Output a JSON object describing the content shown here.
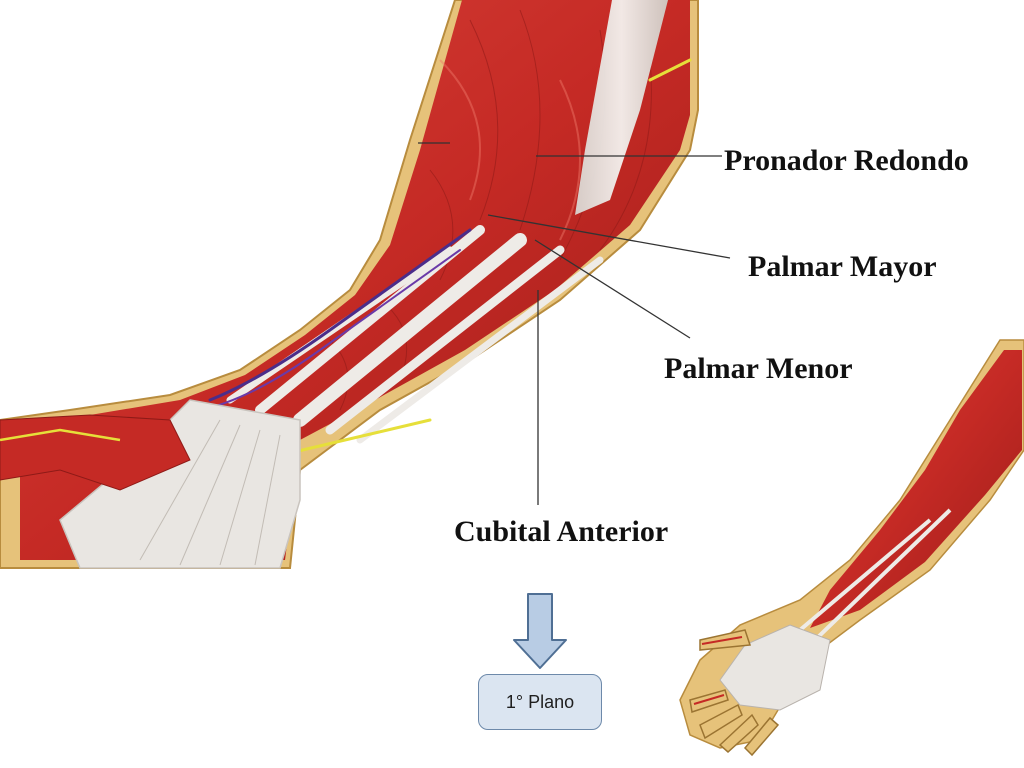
{
  "labels": {
    "pronador": "Pronador Redondo",
    "palmar_mayor": "Palmar Mayor",
    "palmar_menor": "Palmar Menor",
    "cubital": "Cubital Anterior"
  },
  "plano": {
    "label": "1° Plano"
  },
  "colors": {
    "muscle": "#c8302a",
    "muscle_dark": "#8e1a17",
    "tendon": "#e9e6e2",
    "skin": "#e3b96a",
    "arrow_fill": "#b8cce4",
    "arrow_stroke": "#4f6f94",
    "box_fill": "#dbe5f1",
    "box_stroke": "#6d89aa"
  }
}
